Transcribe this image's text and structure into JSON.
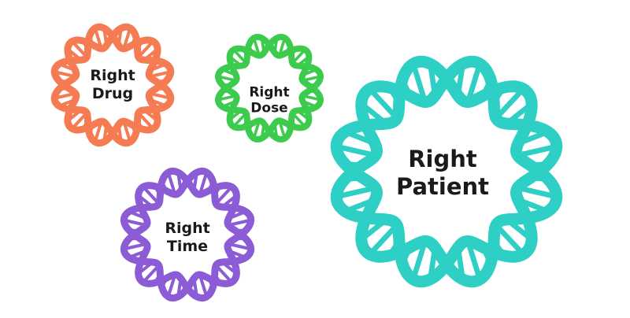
{
  "rings": [
    {
      "line1": "Right",
      "line2": "Drug",
      "color": "#F47B52"
    },
    {
      "line1": "Right",
      "line2": "Dose",
      "color": "#3DCB4E"
    },
    {
      "line1": "Right",
      "line2": "Time",
      "color": "#8B5CD6"
    },
    {
      "line1": "Right",
      "line2": "Patient",
      "color": "#2ECFC4"
    }
  ]
}
